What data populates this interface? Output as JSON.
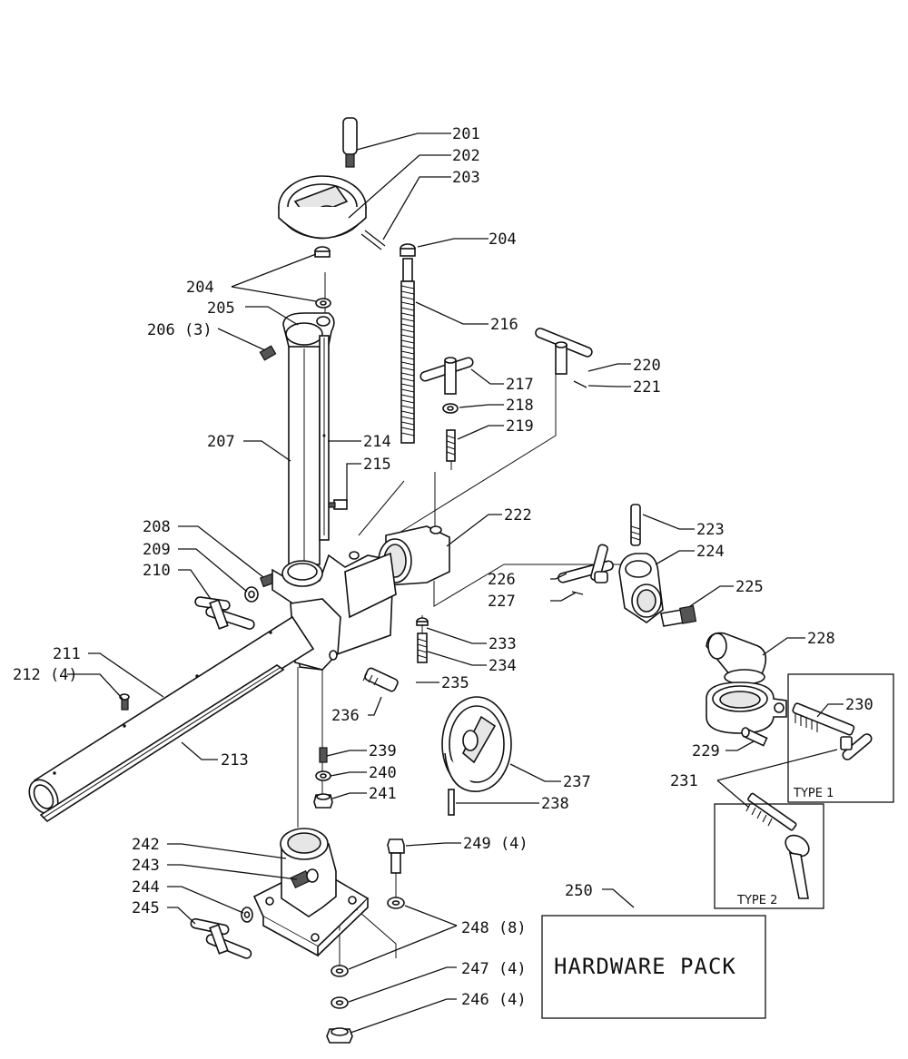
{
  "callouts": {
    "c201": "201",
    "c202": "202",
    "c203": "203",
    "c204a": "204",
    "c204b": "204",
    "c205": "205",
    "c206": "206 (3)",
    "c207": "207",
    "c208": "208",
    "c209": "209",
    "c210": "210",
    "c211": "211",
    "c212": "212 (4)",
    "c213": "213",
    "c214": "214",
    "c215": "215",
    "c216": "216",
    "c217": "217",
    "c218": "218",
    "c219": "219",
    "c220": "220",
    "c221": "221",
    "c222": "222",
    "c223": "223",
    "c224": "224",
    "c225": "225",
    "c226": "226",
    "c227": "227",
    "c228": "228",
    "c229": "229",
    "c230": "230",
    "c231": "231",
    "c233": "233",
    "c234": "234",
    "c235": "235",
    "c236": "236",
    "c237": "237",
    "c238": "238",
    "c239": "239",
    "c240": "240",
    "c241": "241",
    "c242": "242",
    "c243": "243",
    "c244": "244",
    "c245": "245",
    "c246": "246 (4)",
    "c247": "247 (4)",
    "c248": "248 (8)",
    "c249": "249 (4)",
    "c250": "250"
  },
  "insets": {
    "type1": "TYPE 1",
    "type2": "TYPE 2"
  },
  "hardware_pack": "HARDWARE PACK"
}
